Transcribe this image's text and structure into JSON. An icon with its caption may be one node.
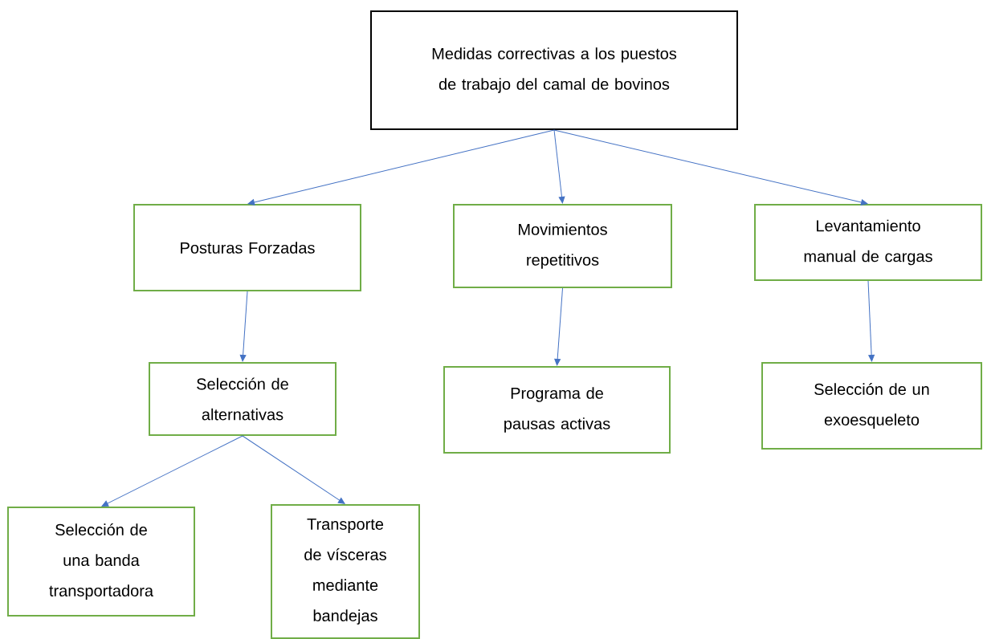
{
  "diagram": {
    "nodes": [
      {
        "text": [
          "Medidas correctivas a los puestos de trabajo del camal de bovinos"
        ]
      },
      {
        "text": [
          "Posturas Forzadas"
        ]
      },
      {
        "text": [
          "Movimientos repetitivos"
        ]
      },
      {
        "text": [
          "Levantamiento manual de cargas"
        ]
      },
      {
        "text": [
          "Selección de alternativas"
        ]
      },
      {
        "text": [
          "Programa de pausas activas"
        ]
      },
      {
        "text": [
          "Selección de un exoesqueleto"
        ]
      },
      {
        "text": [
          "Selección de una banda transportadora"
        ]
      },
      {
        "text": [
          "Transporte de vísceras mediante bandejas"
        ]
      }
    ],
    "edges": [
      {
        "from": 0,
        "to": 1,
        "arrow": "to"
      },
      {
        "from": 0,
        "to": 2,
        "arrow": "to"
      },
      {
        "from": 0,
        "to": 3,
        "arrow": "to"
      },
      {
        "from": 1,
        "to": 4,
        "arrow": "to"
      },
      {
        "from": 2,
        "to": 5,
        "arrow": "to"
      },
      {
        "from": 3,
        "to": 6,
        "arrow": "to"
      },
      {
        "from": 4,
        "to": 7,
        "arrow": "to"
      },
      {
        "from": 4,
        "to": 8,
        "arrow": "to"
      }
    ]
  }
}
